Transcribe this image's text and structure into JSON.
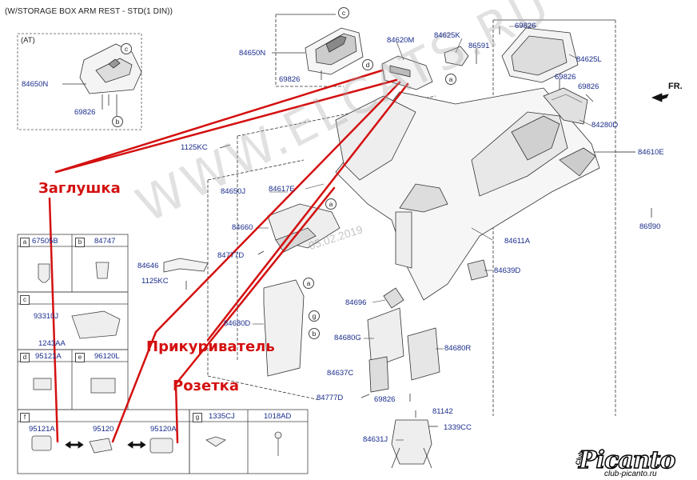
{
  "title": "(W/STORAGE BOX ARM REST - STD(1 DIN))",
  "at_box": {
    "label": "(AT)",
    "part_main": "84650N",
    "part_screw": "69826",
    "ref": "c",
    "ref2": "b"
  },
  "parts": [
    {
      "id": "p-84650N-top",
      "text": "84650N"
    },
    {
      "id": "p-69826-a",
      "text": "69826"
    },
    {
      "id": "p-84620M",
      "text": "84620M"
    },
    {
      "id": "p-84625K",
      "text": "84625K"
    },
    {
      "id": "p-86591",
      "text": "86591"
    },
    {
      "id": "p-69826-b",
      "text": "69826"
    },
    {
      "id": "p-84625L",
      "text": "84625L"
    },
    {
      "id": "p-69826-c",
      "text": "69826"
    },
    {
      "id": "p-69826-d",
      "text": "69826"
    },
    {
      "id": "p-84280D",
      "text": "84280D"
    },
    {
      "id": "p-1125KC-a",
      "text": "1125KC"
    },
    {
      "id": "p-84610E",
      "text": "84610E"
    },
    {
      "id": "p-84650J",
      "text": "84650J"
    },
    {
      "id": "p-84617E",
      "text": "84617E"
    },
    {
      "id": "p-84660",
      "text": "84660"
    },
    {
      "id": "p-84777D-a",
      "text": "84777D"
    },
    {
      "id": "p-84646",
      "text": "84646"
    },
    {
      "id": "p-1125KC-b",
      "text": "1125KC"
    },
    {
      "id": "p-86590",
      "text": "86590"
    },
    {
      "id": "p-84611A",
      "text": "84611A"
    },
    {
      "id": "p-84639D",
      "text": "84639D"
    },
    {
      "id": "p-84696",
      "text": "84696"
    },
    {
      "id": "p-84680D",
      "text": "84680D"
    },
    {
      "id": "p-84680G",
      "text": "84680G"
    },
    {
      "id": "p-84680R",
      "text": "84680R"
    },
    {
      "id": "p-84637C",
      "text": "84637C"
    },
    {
      "id": "p-84777D-b",
      "text": "84777D"
    },
    {
      "id": "p-69826-e",
      "text": "69826"
    },
    {
      "id": "p-81142",
      "text": "81142"
    },
    {
      "id": "p-1339CC",
      "text": "1339CC"
    },
    {
      "id": "p-84631J",
      "text": "84631J"
    }
  ],
  "callouts": [
    "c",
    "d",
    "a",
    "a",
    "a",
    "g",
    "b"
  ],
  "legend": {
    "a": "67505B",
    "b": "84747",
    "c": [
      "93310J",
      "1243AA"
    ],
    "d": "95121A",
    "e": "96120L",
    "f": [
      "95121A",
      "95120",
      "95120A"
    ],
    "g": "1335CJ",
    "g2": "1018AD"
  },
  "legend_tags": [
    "a",
    "b",
    "c",
    "d",
    "e",
    "f",
    "g"
  ],
  "annotations": {
    "plug": "Заглушка",
    "lighter": "Прикуриватель",
    "socket": "Розетка"
  },
  "watermark": "WWW.ELCATS.RU",
  "date": "05.02.2019",
  "direction": "FR.",
  "logo": {
    "word": "Picanto",
    "club": "Club",
    "url": "club-picanto.ru"
  },
  "colors": {
    "annotation": "#d41010",
    "part_number": "#1a2c8c"
  }
}
